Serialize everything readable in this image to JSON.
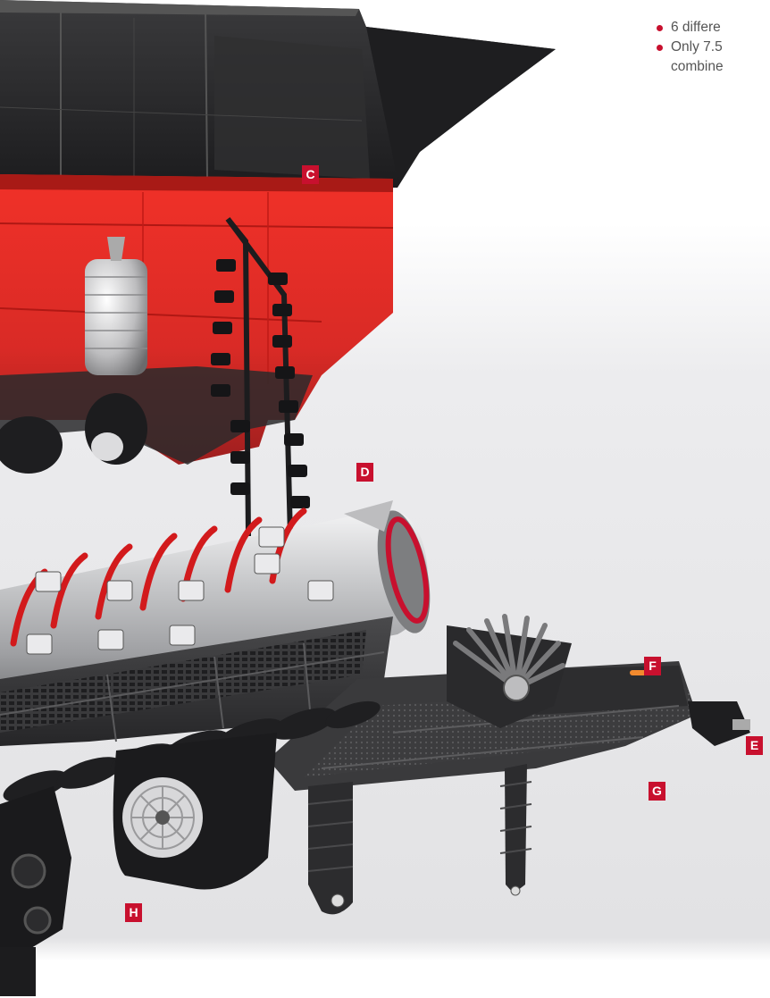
{
  "bullets": [
    {
      "text": "6 differe"
    },
    {
      "text": "Only 7.5",
      "cont": "combine"
    }
  ],
  "labels": {
    "c": "C",
    "d": "D",
    "e": "E",
    "f": "F",
    "g": "G",
    "h": "H"
  },
  "colors": {
    "accent": "#c8102e",
    "hopper_red": "#e8231f",
    "steel": "#c9cacc",
    "dark": "#2a2a2c"
  }
}
